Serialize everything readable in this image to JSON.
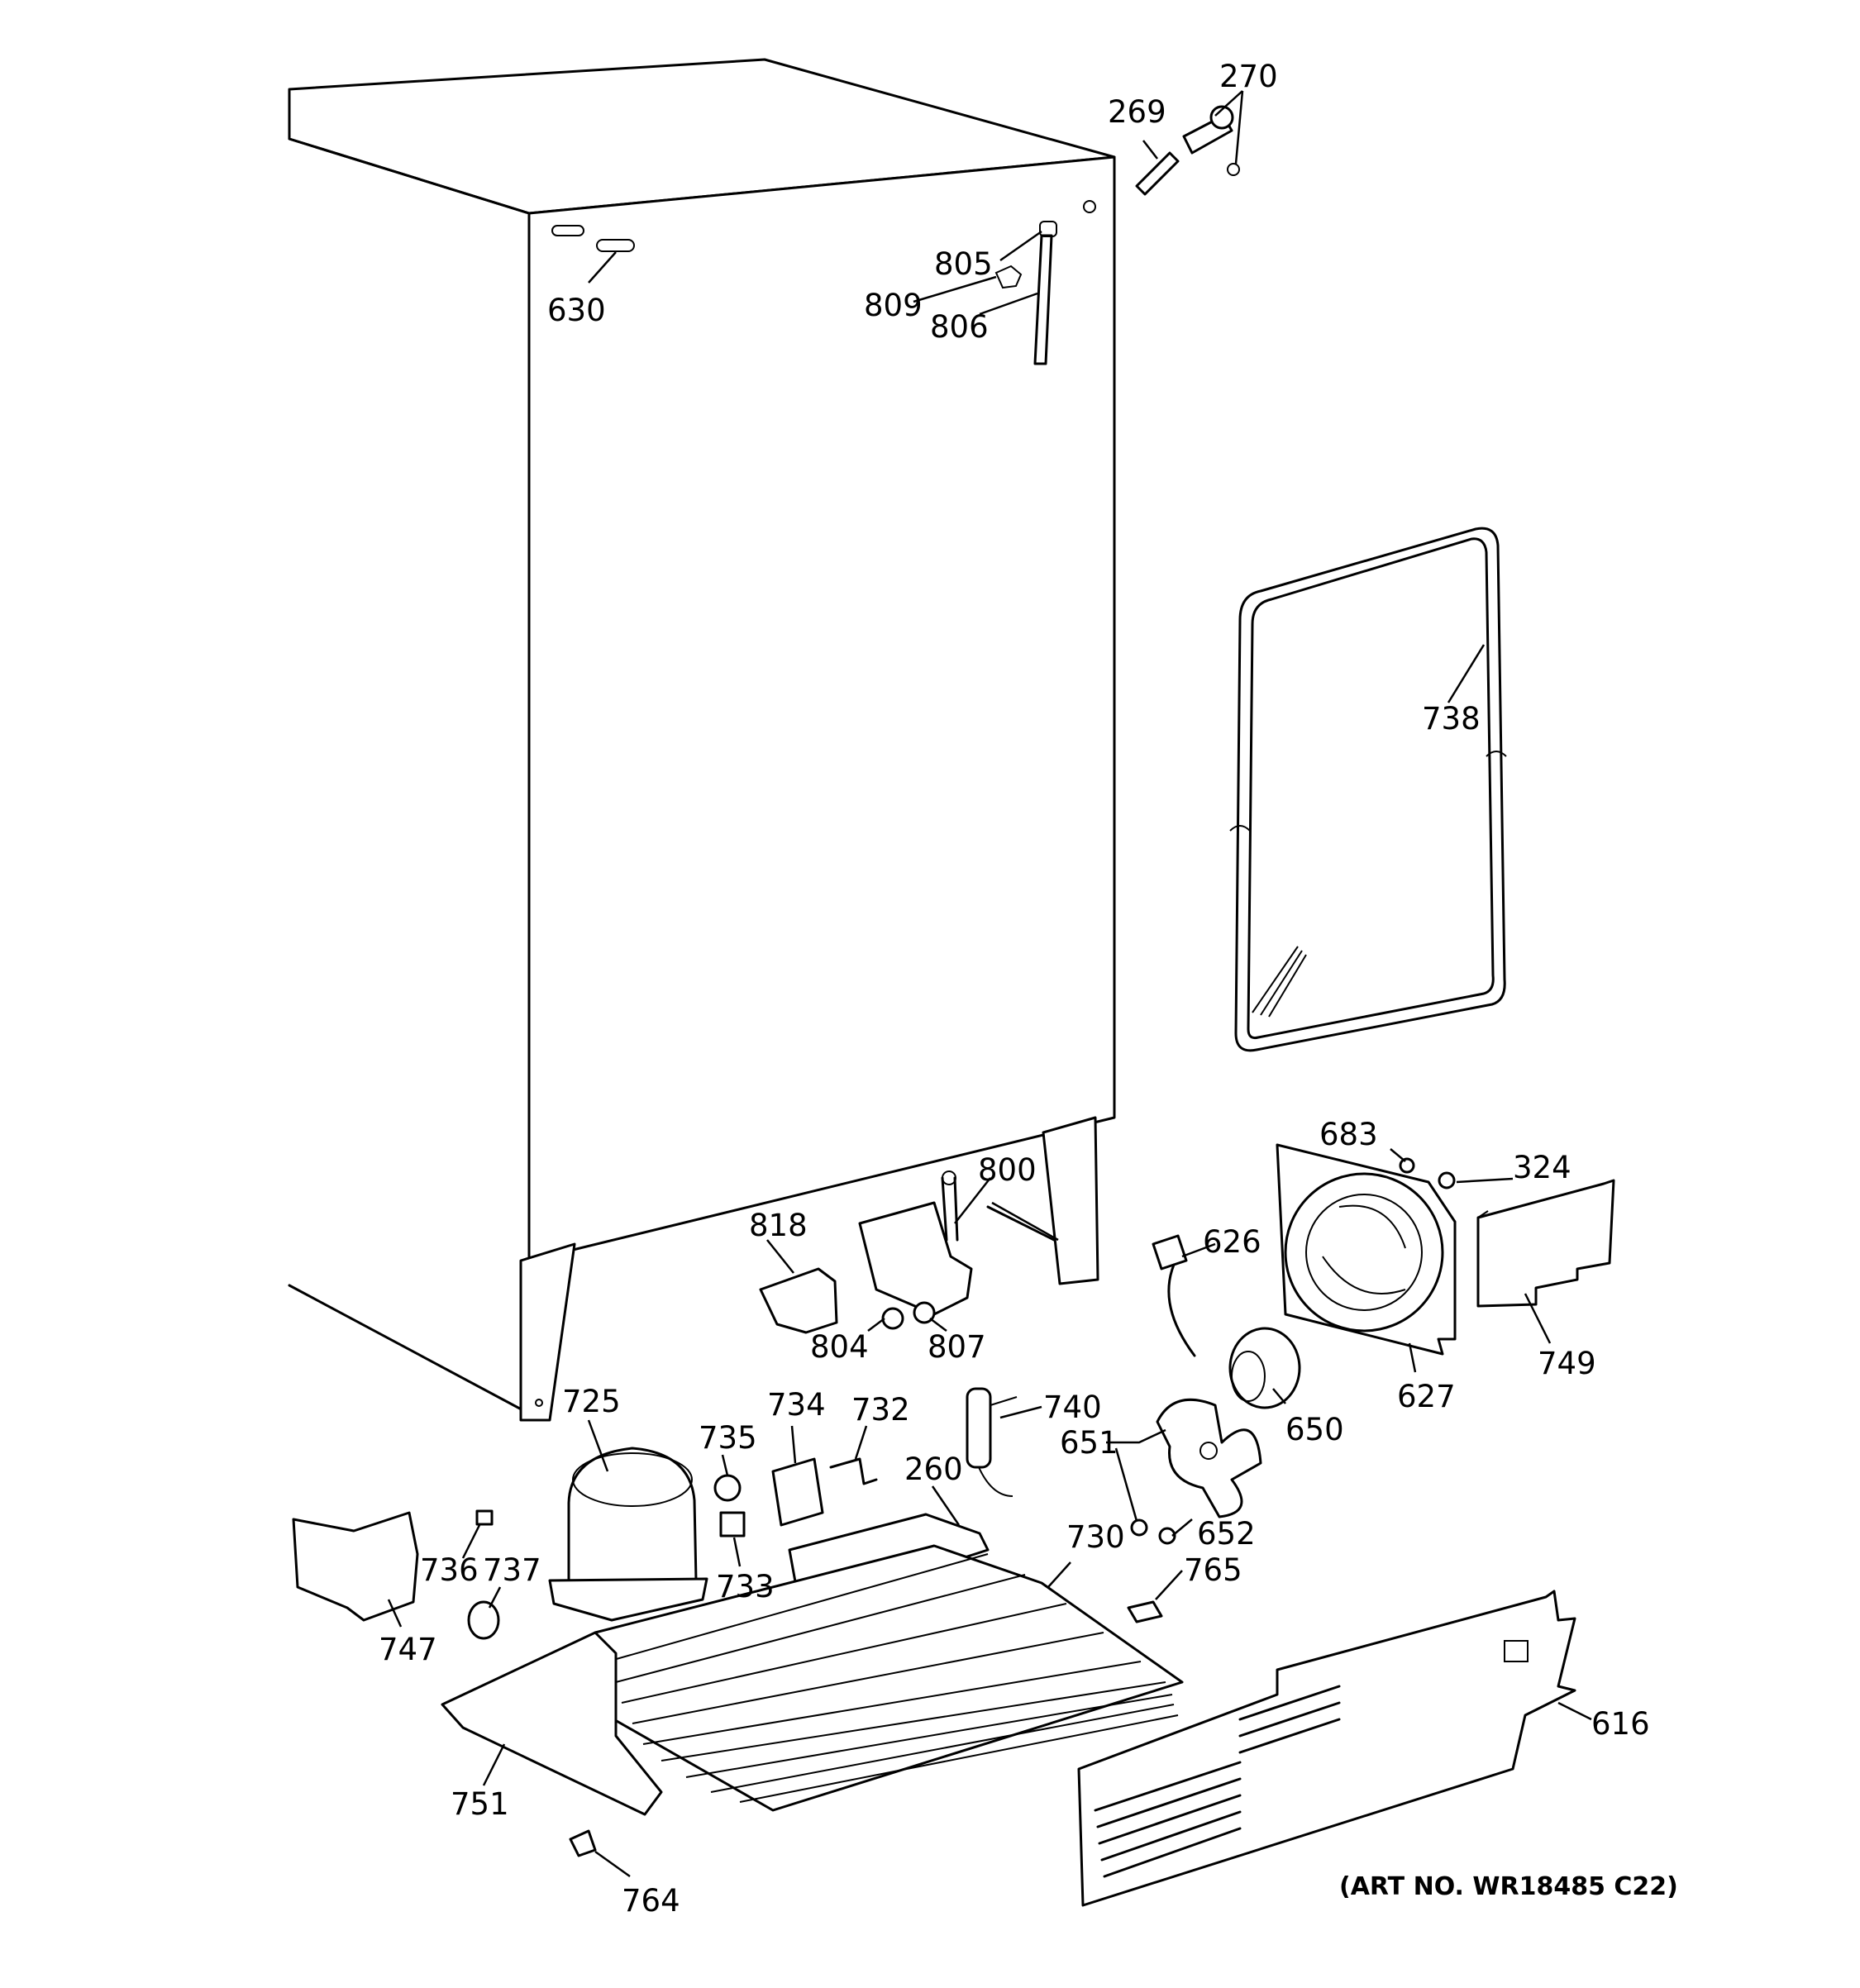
{
  "labels": {
    "p269": "269",
    "p270": "270",
    "p805": "805",
    "p809": "809",
    "p806": "806",
    "p630": "630",
    "p738": "738",
    "p683": "683",
    "p324": "324",
    "p800": "800",
    "p818": "818",
    "p626": "626",
    "p804": "804",
    "p807": "807",
    "p627": "627",
    "p749": "749",
    "p650": "650",
    "p725": "725",
    "p735": "735",
    "p734": "734",
    "p732": "732",
    "p740": "740",
    "p651": "651",
    "p260": "260",
    "p652": "652",
    "p730": "730",
    "p765": "765",
    "p736": "736",
    "p737": "737",
    "p733": "733",
    "p747": "747",
    "p616": "616",
    "p751": "751",
    "p764": "764"
  },
  "art_number": "(ART NO. WR18485 C22)"
}
